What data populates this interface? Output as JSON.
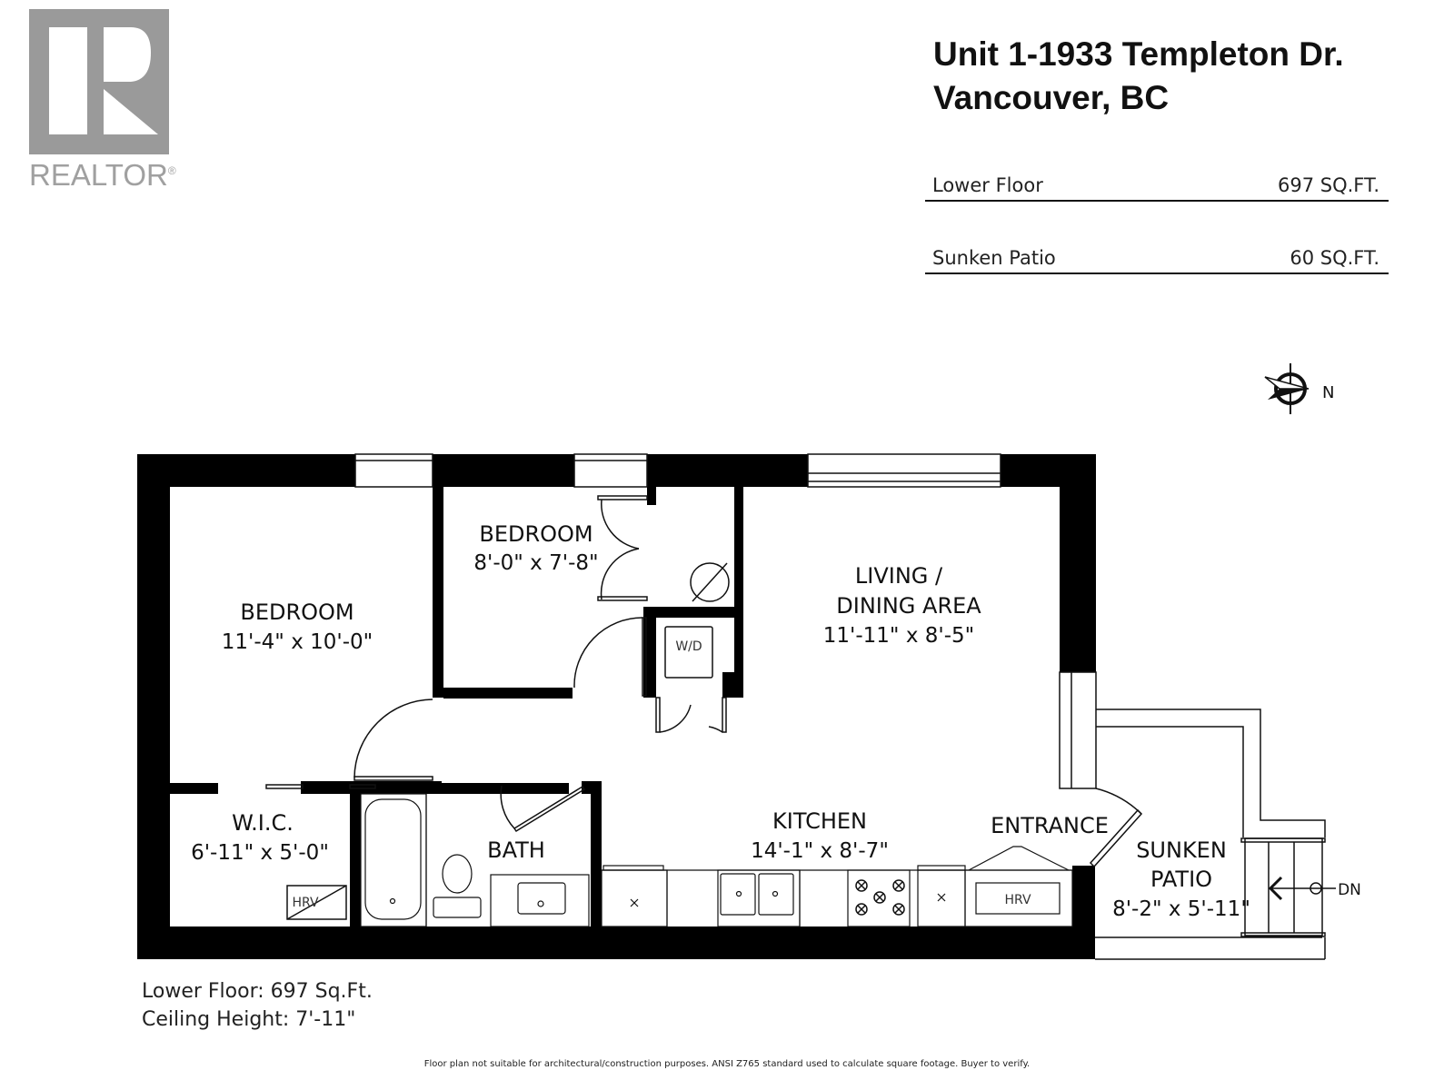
{
  "logo": {
    "text": "REALTOR",
    "registered_mark": "®",
    "color": "#9a9a9a"
  },
  "header": {
    "address_line1": "Unit 1-1933 Templeton Dr.",
    "address_line2": "Vancouver, BC"
  },
  "areas": [
    {
      "label": "Lower Floor",
      "value": "697 SQ.FT."
    },
    {
      "label": "Sunken Patio",
      "value": "60 SQ.FT."
    }
  ],
  "compass": {
    "label": "N",
    "icon": "north-arrow-icon"
  },
  "rooms": {
    "bedroom_main": {
      "name": "BEDROOM",
      "dims": "11'-4\"  x  10'-0\""
    },
    "bedroom_second": {
      "name": "BEDROOM",
      "dims": "8'-0\"  x  7'-8\""
    },
    "living": {
      "name_line1": "LIVING /",
      "name_line2": "DINING AREA",
      "dims": "11'-11\"  x  8'-5\""
    },
    "wic": {
      "name": "W.I.C.",
      "dims": "6'-11\" x  5'-0\""
    },
    "bath": {
      "name": "BATH"
    },
    "kitchen": {
      "name": "KITCHEN",
      "dims": "14'-1\"   x   8'-7\""
    },
    "entrance": {
      "name": "ENTRANCE"
    },
    "patio": {
      "name_line1": "SUNKEN",
      "name_line2": "PATIO",
      "dims": "8'-2\" x  5'-11\""
    }
  },
  "fixtures": {
    "washer_dryer": "W/D",
    "hrv_wic": "HRV",
    "hrv_kitchen": "HRV",
    "stairs_down": "DN"
  },
  "notes": {
    "floor_area": "Lower Floor: 697 Sq.Ft.",
    "ceiling_height": "Ceiling Height: 7'-11\""
  },
  "disclaimer": "Floor plan not suitable for architectural/construction purposes. ANSI Z765 standard used to calculate square footage. Buyer to verify."
}
